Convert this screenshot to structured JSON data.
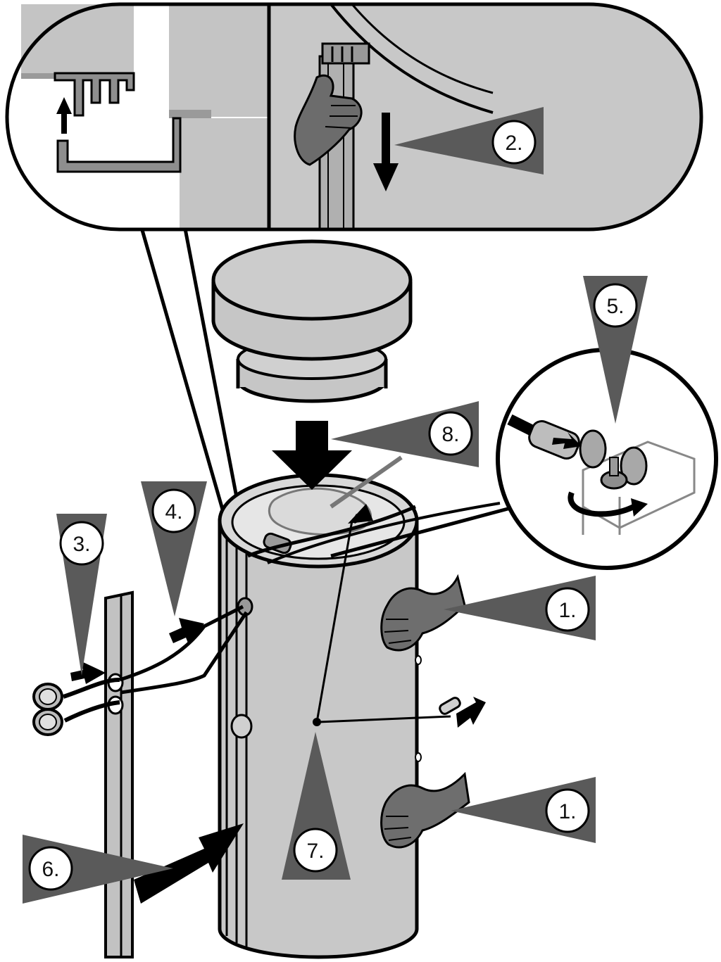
{
  "colors": {
    "metal": "#c8c8c8",
    "metal_light": "#dcdcdc",
    "metal_dark": "#9c9c9c",
    "hand": "#707070",
    "pointer": "#5a5a5a",
    "badge": "#ffffff",
    "ink": "#111111"
  },
  "icons": [
    "hand-icon",
    "arrow-icon",
    "wing-nut-icon",
    "thermometer-icon"
  ],
  "steps": [
    {
      "label": "1."
    },
    {
      "label": "1."
    },
    {
      "label": "2."
    },
    {
      "label": "3."
    },
    {
      "label": "4."
    },
    {
      "label": "5."
    },
    {
      "label": "6."
    },
    {
      "label": "7."
    },
    {
      "label": "8."
    }
  ]
}
